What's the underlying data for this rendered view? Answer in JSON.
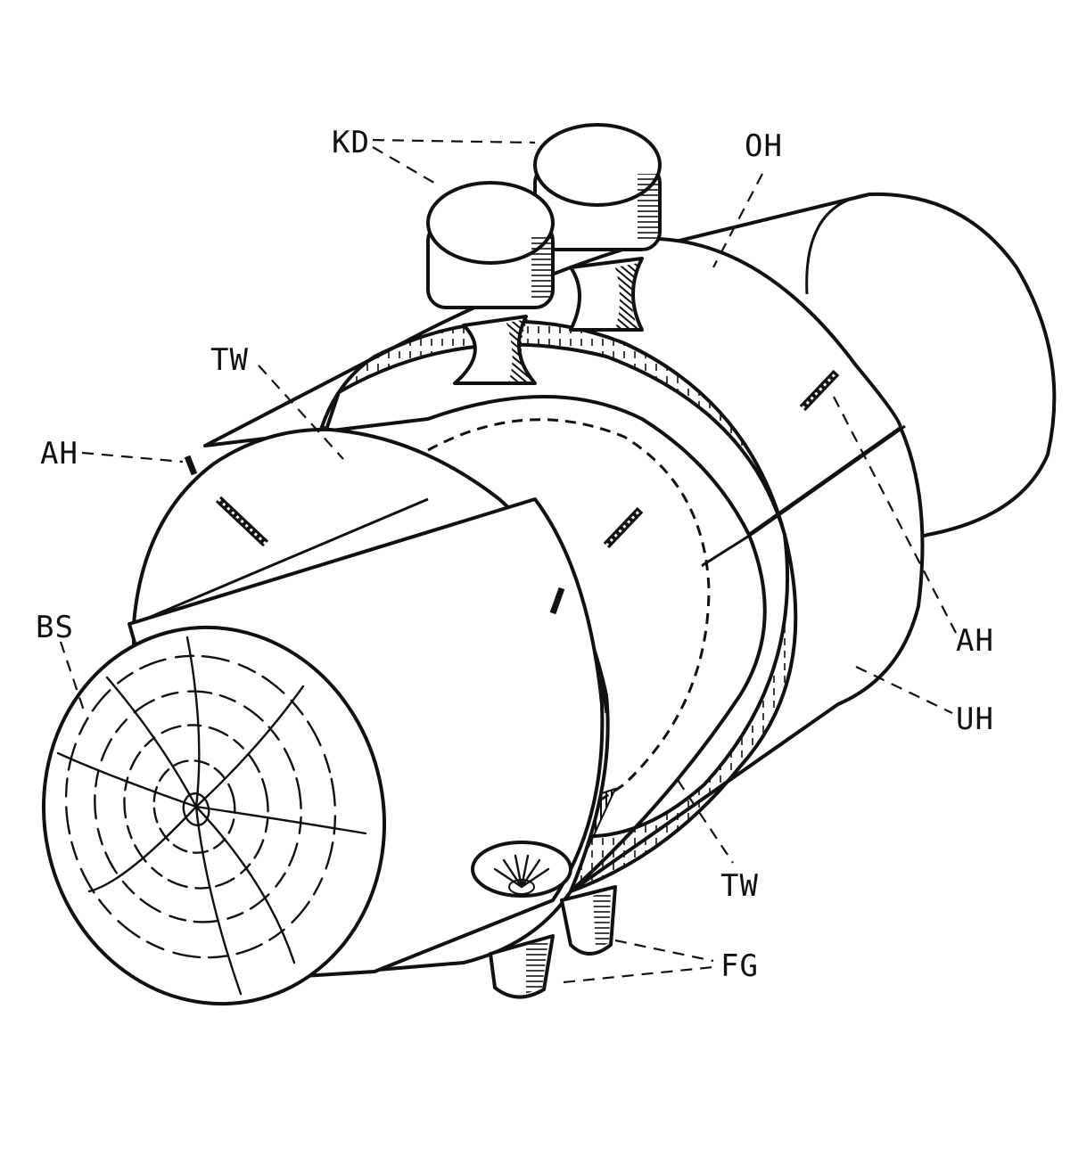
{
  "diagram": {
    "labels": {
      "kd": "KD",
      "oh": "OH",
      "tw_top": "TW",
      "ah_left": "AH",
      "bs": "BS",
      "ah_right": "AH",
      "uh": "UH",
      "tw_bottom": "TW",
      "fg": "FG"
    },
    "colors": {
      "ink": "#111111",
      "paper": "#ffffff"
    }
  }
}
